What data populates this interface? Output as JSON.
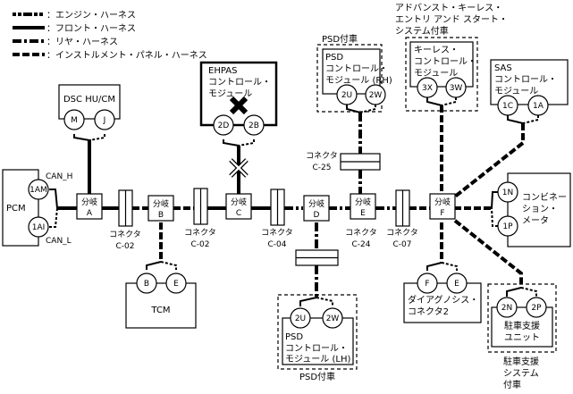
{
  "legend": [
    {
      "style": "engine",
      "label": "：エンジン・ハーネス"
    },
    {
      "style": "front",
      "label": "：フロント・ハーネス"
    },
    {
      "style": "rear",
      "label": "：リヤ・ハーネス"
    },
    {
      "style": "instrument",
      "label": "：インストルメント・パネル・ハーネス"
    }
  ],
  "modules": {
    "pcm": {
      "name": "PCM",
      "pin_h": "1AM",
      "pin_l": "1AI",
      "can_h": "CAN_H",
      "can_l": "CAN_L"
    },
    "dsc": {
      "name": "DSC HU/CM",
      "pin1": "M",
      "pin2": "J"
    },
    "ehpas": {
      "line1": "EHPAS",
      "line2": "コントロール・",
      "line3": "モジュール",
      "pin1": "2D",
      "pin2": "2B"
    },
    "psd_rh": {
      "group": "PSD付車",
      "line1": "PSD",
      "line2": "コントロール・",
      "line3": "モジュール (RH)",
      "pin1": "2U",
      "pin2": "2W"
    },
    "keyless": {
      "group1": "アドバンスト・キーレス・",
      "group2": "エントリ アンド スタート・",
      "group3": "システム付車",
      "line1": "キーレス・",
      "line2": "コントロール・",
      "line3": "モジュール",
      "pin1": "3X",
      "pin2": "3W"
    },
    "sas": {
      "line1": "SAS",
      "line2": "コントロール・",
      "line3": "モジュール",
      "pin1": "1C",
      "pin2": "1A"
    },
    "meter": {
      "line1": "コンビネー",
      "line2": "ション・",
      "line3": "メータ",
      "pin1": "1N",
      "pin2": "1P"
    },
    "tcm": {
      "name": "TCM",
      "pin1": "B",
      "pin2": "E"
    },
    "psd_lh": {
      "group": "PSD付車",
      "line1": "PSD",
      "line2": "コントロール・",
      "line3": "モジュール (LH)",
      "pin1": "2U",
      "pin2": "2W"
    },
    "dlc": {
      "line1": "ダイアグノシス・",
      "line2": "コネクタ2",
      "pin1": "F",
      "pin2": "E"
    },
    "park": {
      "line1": "駐車支援",
      "line2": "ユニット",
      "group1": "駐車支援",
      "group2": "システム",
      "group3": "付車",
      "pin1": "2N",
      "pin2": "2P"
    }
  },
  "branches": [
    {
      "label": "分岐",
      "id": "A"
    },
    {
      "label": "分岐",
      "id": "B"
    },
    {
      "label": "分岐",
      "id": "C"
    },
    {
      "label": "分岐",
      "id": "D"
    },
    {
      "label": "分岐",
      "id": "E"
    },
    {
      "label": "分岐",
      "id": "F"
    }
  ],
  "connectors": [
    {
      "label": "コネクタ",
      "id": "C-02"
    },
    {
      "label": "コネクタ",
      "id": "C-02"
    },
    {
      "label": "コネクタ",
      "id": "C-04"
    },
    {
      "label": "コネクタ",
      "id": "C-07"
    },
    {
      "label": "コネクタ",
      "id": "C-25"
    },
    {
      "label": "コネクタ",
      "id": "C-24"
    }
  ]
}
